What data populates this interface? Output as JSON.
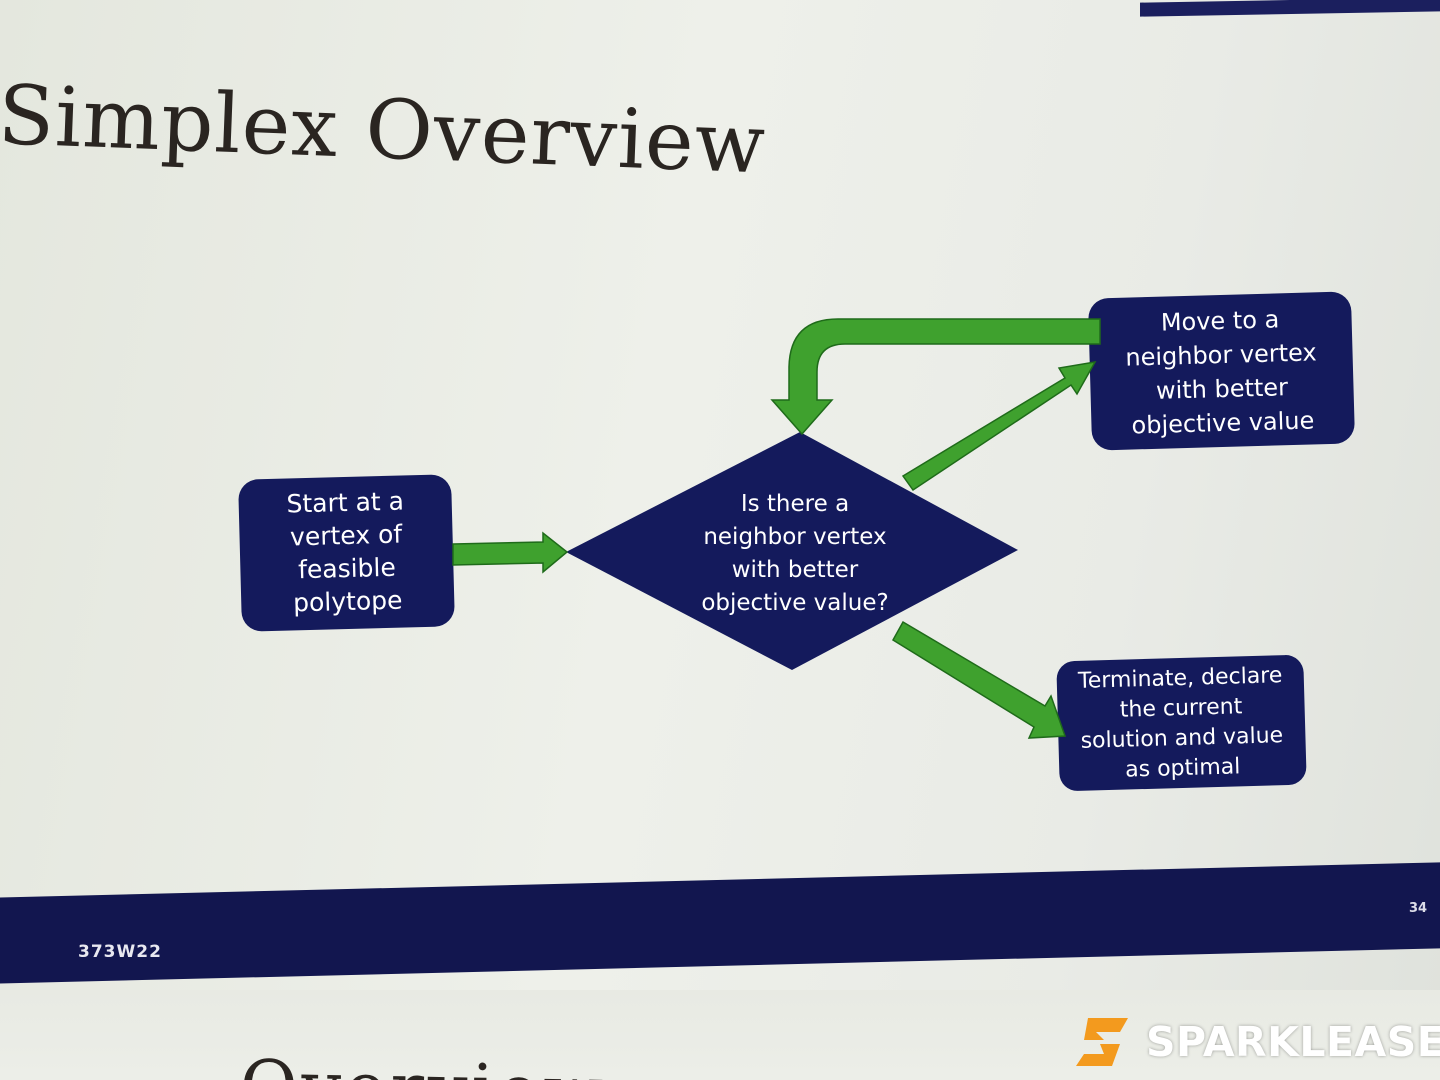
{
  "slide": {
    "title": "Simplex Overview",
    "course_code": "373W22",
    "page_number": "34",
    "next_slide_title_fragment": "Overview"
  },
  "diagram": {
    "nodes": [
      {
        "id": "start",
        "shape": "rounded-rect",
        "label": "Start at a\nvertex of\nfeasible\npolytope"
      },
      {
        "id": "decision",
        "shape": "diamond",
        "label": "Is there a\nneighbor vertex\nwith better\nobjective value?"
      },
      {
        "id": "move",
        "shape": "rounded-rect",
        "label": "Move to a\nneighbor vertex\nwith better\nobjective value"
      },
      {
        "id": "terminate",
        "shape": "rounded-rect",
        "label": "Terminate, declare\nthe current\nsolution and value\nas optimal"
      }
    ],
    "edges": [
      {
        "from": "start",
        "to": "decision"
      },
      {
        "from": "decision",
        "to": "move"
      },
      {
        "from": "move",
        "to": "decision"
      },
      {
        "from": "decision",
        "to": "terminate"
      }
    ],
    "colors": {
      "node_fill": "#141a5c",
      "arrow_fill": "#3fa12e",
      "arrow_outline": "#1f6b1a",
      "footer": "#12164f",
      "title_text": "#2a2521"
    }
  },
  "watermark": {
    "text": "SPARKLEASE",
    "logo_icon": "sparklease-logo-icon",
    "logo_color": "#f39a1e"
  }
}
